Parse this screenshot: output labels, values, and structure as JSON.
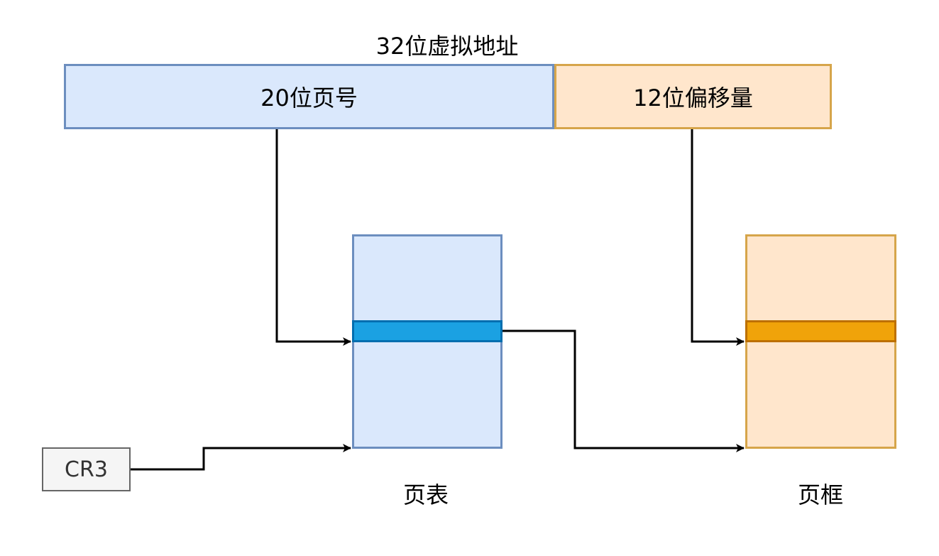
{
  "virtual_address": {
    "title": "32位虚拟地址",
    "page_number_label": "20位页号",
    "offset_label": "12位偏移量"
  },
  "cr3": {
    "label": "CR3"
  },
  "page_table": {
    "label": "页表"
  },
  "page_frame": {
    "label": "页框"
  },
  "colors": {
    "blue_fill": "#dae8fc",
    "blue_stroke": "#6c8ebf",
    "orange_fill": "#ffe6cc",
    "orange_stroke": "#d6a54a",
    "table_entry": "#1ba1e2",
    "frame_entry": "#f0a30a",
    "cr3_fill": "#f5f5f5",
    "arrow": "#000000"
  }
}
